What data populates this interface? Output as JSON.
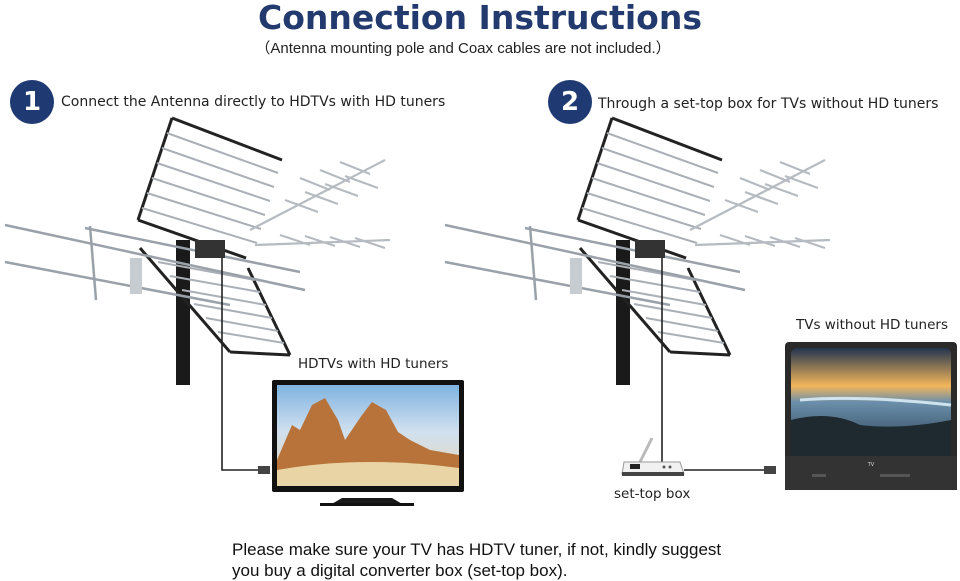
{
  "header": {
    "title": "Connection Instructions",
    "subtitle": "（Antenna mounting pole and Coax cables are not included.）"
  },
  "steps": [
    {
      "number": "1",
      "text": "Connect the Antenna directly to HDTVs with HD tuners"
    },
    {
      "number": "2",
      "text": "Through a set-top box for TVs without HD tuners"
    }
  ],
  "labels": {
    "hdtv": "HDTVs with HD tuners",
    "tv_no_tuner": "TVs without HD tuners",
    "set_top_box": "set-top box",
    "set_top_box_brand": "TV"
  },
  "note": {
    "line1": "Please make sure your TV has HDTV tuner, if not, kindly suggest",
    "line2": "you buy a digital converter box  (set-top box)."
  },
  "colors": {
    "title": "#223a6e",
    "badge": "#1f3a73"
  }
}
